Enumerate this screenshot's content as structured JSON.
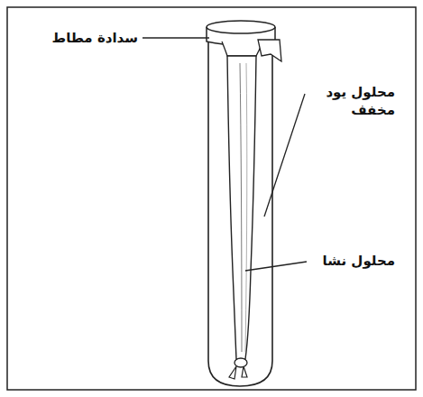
{
  "diagram": {
    "labels": [
      "سدادة مطاط",
      "محلول يود مخفف",
      "محلول نشا"
    ]
  }
}
